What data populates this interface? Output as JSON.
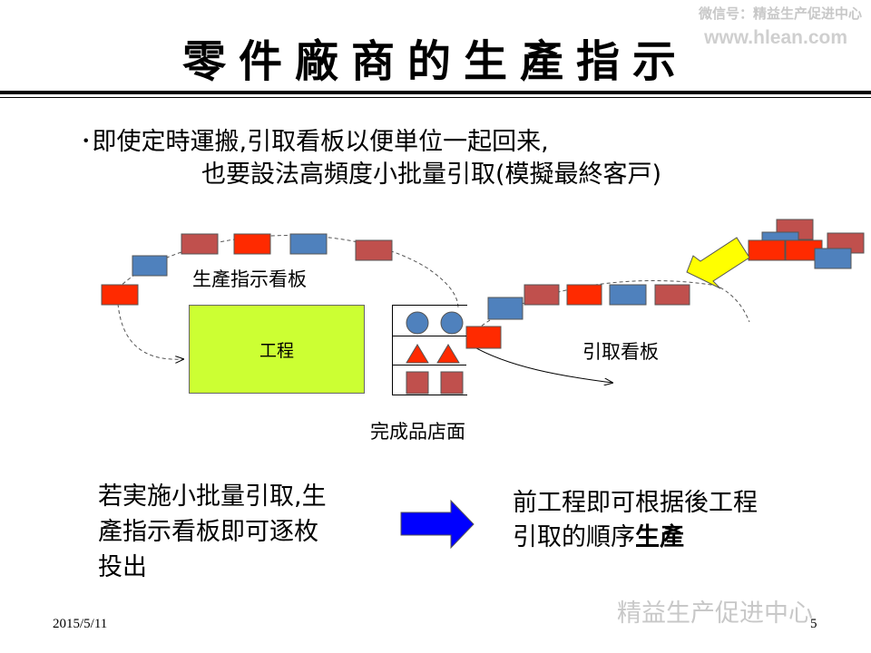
{
  "watermark": {
    "line1": "微信号：精益生产促进中心",
    "line2": "www.hlean.com",
    "bottom": "精益生产促进中心"
  },
  "slide": {
    "title": "零件廠商的生產指示",
    "bullet_line1": "･即使定時運搬,引取看板以便単位一起回来,",
    "bullet_line2": "也要設法高頻度小批量引取(模擬最終客戸)"
  },
  "diagram": {
    "production_kanban_label": "生產指示看板",
    "process_label": "工程",
    "store_label": "完成品店面",
    "withdrawal_kanban_label": "引取看板",
    "colors": {
      "red_card": "#ff2a00",
      "brown_card": "#c0504d",
      "blue_card": "#4f81bd",
      "process_fill": "#ccff33",
      "arrow_yellow": "#ffff00",
      "arrow_blue": "#0000ff"
    }
  },
  "conclusion": {
    "left": [
      "若実施小批量引取,生",
      "產指示看板即可逐枚",
      "投出"
    ],
    "right_line1": "前工程即可根据後工程",
    "right_line2": "引取的順序",
    "right_line2_bold": "生產"
  },
  "footer": {
    "date": "2015/5/11",
    "page": "5"
  }
}
